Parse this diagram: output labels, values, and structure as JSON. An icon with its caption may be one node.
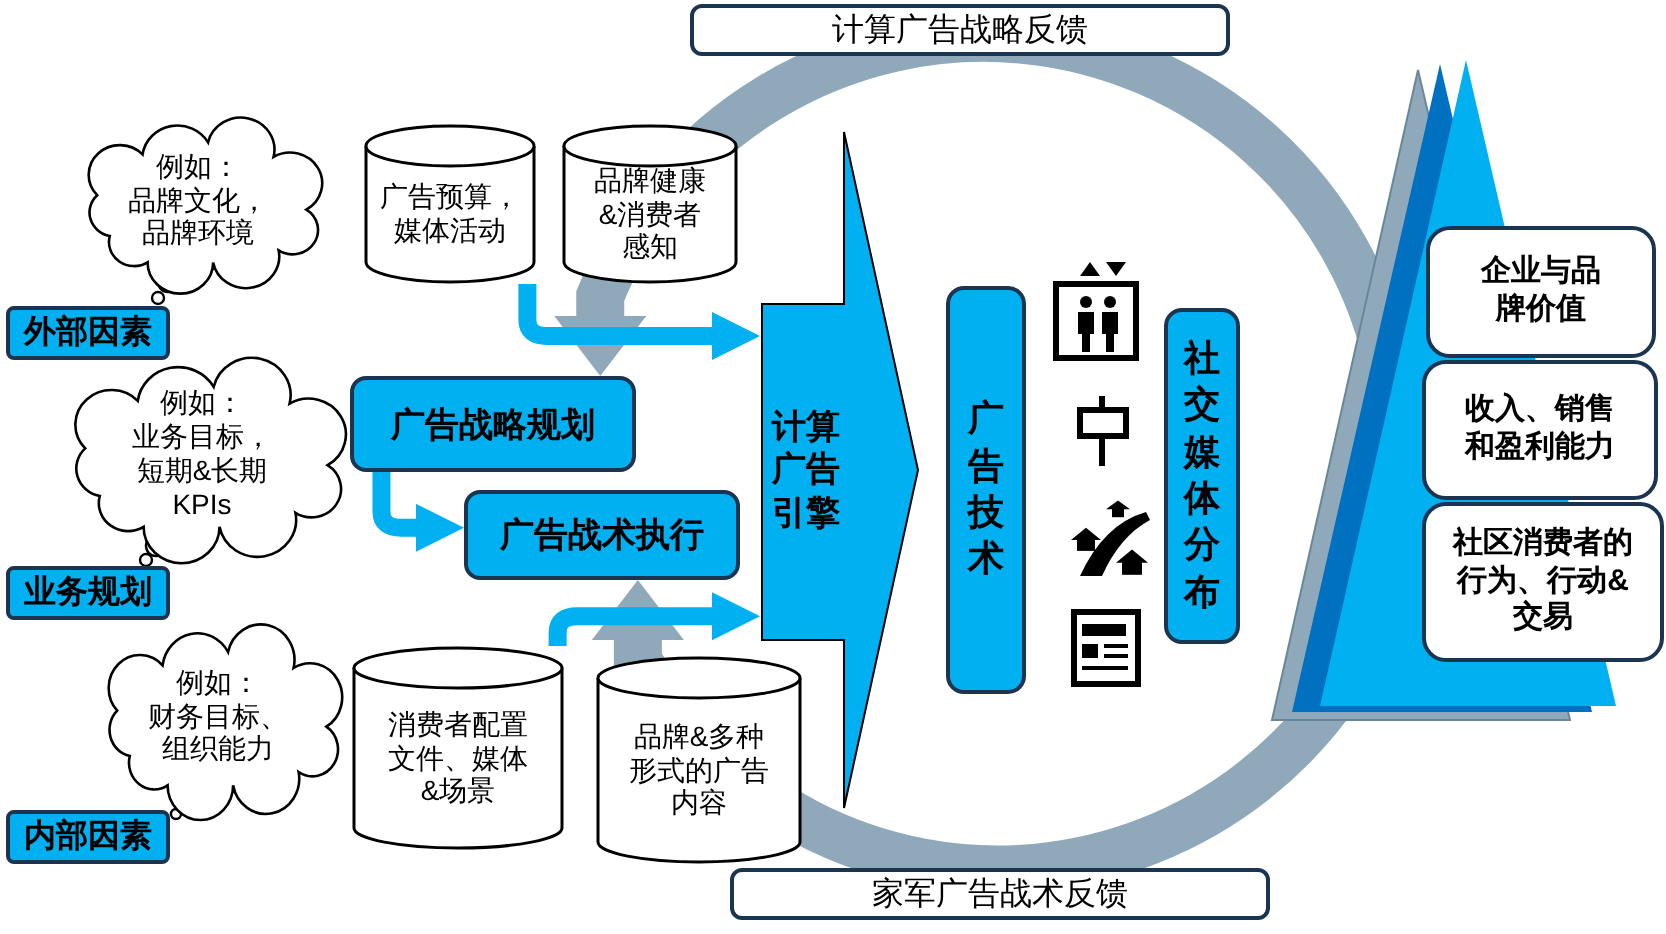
{
  "diagram": {
    "nodes": [
      {
        "text": [
          "外部因素"
        ]
      },
      {
        "text": [
          "例如：",
          "品牌文化，品牌环境"
        ]
      },
      {
        "text": [
          "业务规划"
        ]
      },
      {
        "text": [
          "例如：",
          "业务目标，短期&长期KPIs"
        ]
      },
      {
        "text": [
          "内部因素"
        ]
      },
      {
        "text": [
          "例如：",
          "财务目标、组织能力"
        ]
      },
      {
        "text": [
          "广告预算，媒体活动"
        ]
      },
      {
        "text": [
          "品牌健康&消费者感知"
        ]
      },
      {
        "text": [
          "广告战略规划"
        ]
      },
      {
        "text": [
          "广告战术执行"
        ]
      },
      {
        "text": [
          "消费者配置文件、媒体&场景"
        ]
      },
      {
        "text": [
          "品牌&多种形式的广告内容"
        ]
      },
      {
        "text": [
          "计算广告引擎"
        ]
      },
      {
        "text": [
          "广告技术"
        ]
      },
      {
        "text": [
          "社交媒体分布"
        ]
      },
      {
        "text": [
          "企业与品牌价值"
        ]
      },
      {
        "text": [
          "收入、销售和盈利能力"
        ]
      },
      {
        "text": [
          "社区消费者的行为、行动&交易"
        ]
      }
    ],
    "edges": [
      {
        "from": 6,
        "to": 12,
        "arrow": "to"
      },
      {
        "from": 8,
        "to": 9,
        "arrow": "to"
      },
      {
        "from": 10,
        "to": 12,
        "arrow": "to"
      },
      {
        "from": null,
        "to": 8,
        "arrow": "to",
        "label": "计算广告战略反馈",
        "style": "thick",
        "color": "#8fa9ba"
      },
      {
        "from": null,
        "to": 9,
        "arrow": "to",
        "label": "家军广告战术反馈",
        "style": "thick",
        "color": "#8fa9ba"
      }
    ]
  }
}
